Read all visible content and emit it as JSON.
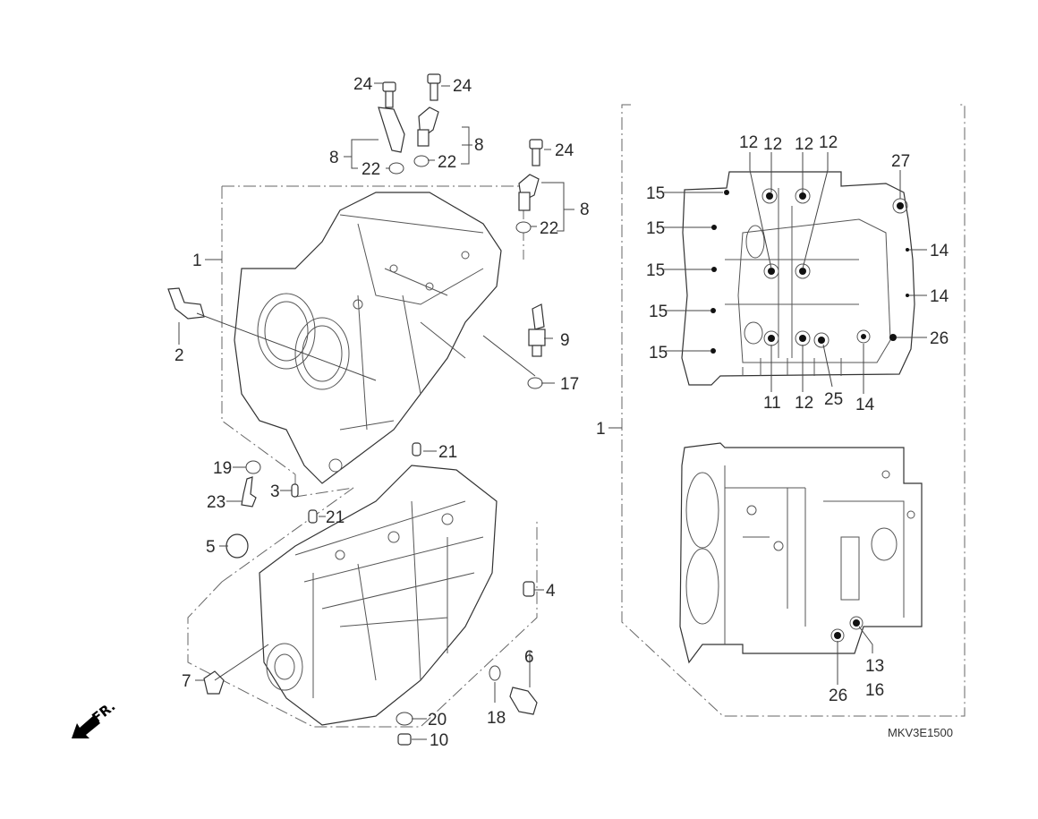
{
  "diagram": {
    "title": "Crankcase exploded view",
    "drawing_code": "MKV3E1500",
    "direction_indicator": "FR.",
    "callouts_left": [
      {
        "id": "c24a",
        "label": "24"
      },
      {
        "id": "c24b",
        "label": "24"
      },
      {
        "id": "c24c",
        "label": "24"
      },
      {
        "id": "c8a",
        "label": "8"
      },
      {
        "id": "c8b",
        "label": "8"
      },
      {
        "id": "c8c",
        "label": "8"
      },
      {
        "id": "c22a",
        "label": "22"
      },
      {
        "id": "c22b",
        "label": "22"
      },
      {
        "id": "c22c",
        "label": "22"
      },
      {
        "id": "c1",
        "label": "1"
      },
      {
        "id": "c2",
        "label": "2"
      },
      {
        "id": "c9",
        "label": "9"
      },
      {
        "id": "c17",
        "label": "17"
      },
      {
        "id": "c19",
        "label": "19"
      },
      {
        "id": "c23",
        "label": "23"
      },
      {
        "id": "c3",
        "label": "3"
      },
      {
        "id": "c21a",
        "label": "21"
      },
      {
        "id": "c21b",
        "label": "21"
      },
      {
        "id": "c5",
        "label": "5"
      },
      {
        "id": "c4",
        "label": "4"
      },
      {
        "id": "c7",
        "label": "7"
      },
      {
        "id": "c6",
        "label": "6"
      },
      {
        "id": "c18",
        "label": "18"
      },
      {
        "id": "c20",
        "label": "20"
      },
      {
        "id": "c10",
        "label": "10"
      }
    ],
    "callouts_right": [
      {
        "id": "r12a",
        "label": "12"
      },
      {
        "id": "r12b",
        "label": "12"
      },
      {
        "id": "r12c",
        "label": "12"
      },
      {
        "id": "r12d",
        "label": "12"
      },
      {
        "id": "r27",
        "label": "27"
      },
      {
        "id": "r15a",
        "label": "15"
      },
      {
        "id": "r15b",
        "label": "15"
      },
      {
        "id": "r15c",
        "label": "15"
      },
      {
        "id": "r15d",
        "label": "15"
      },
      {
        "id": "r15e",
        "label": "15"
      },
      {
        "id": "r14a",
        "label": "14"
      },
      {
        "id": "r14b",
        "label": "14"
      },
      {
        "id": "r26a",
        "label": "26"
      },
      {
        "id": "r11",
        "label": "11"
      },
      {
        "id": "r12e",
        "label": "12"
      },
      {
        "id": "r25",
        "label": "25"
      },
      {
        "id": "r14c",
        "label": "14"
      },
      {
        "id": "r1",
        "label": "1"
      },
      {
        "id": "r13",
        "label": "13"
      },
      {
        "id": "r16",
        "label": "16"
      },
      {
        "id": "r26b",
        "label": "26"
      }
    ]
  }
}
